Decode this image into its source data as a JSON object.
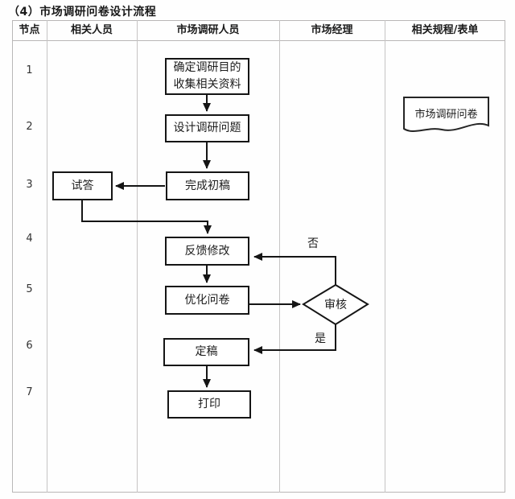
{
  "title": "（4）市场调研问卷设计流程",
  "table": {
    "headers": [
      "节点",
      "相关人员",
      "市场调研人员",
      "市场经理",
      "相关规程/表单"
    ],
    "node_numbers": [
      "1",
      "2",
      "3",
      "4",
      "5",
      "6",
      "7"
    ]
  },
  "flowchart": {
    "step1_line1": "确定调研目的",
    "step1_line2": "收集相关资料",
    "step2": "设计调研问题",
    "step3": "完成初稿",
    "step3_side": "试答",
    "step4": "反馈修改",
    "step5": "优化问卷",
    "decision": "审核",
    "decision_no": "否",
    "decision_yes": "是",
    "step6": "定稿",
    "step7": "打印",
    "document": "市场调研问卷"
  },
  "colors": {
    "flow_line": "#151515",
    "box_border": "#151515",
    "table_border": "#b9b7b7",
    "text": "#1d1d1d",
    "background": "#fefefe"
  }
}
